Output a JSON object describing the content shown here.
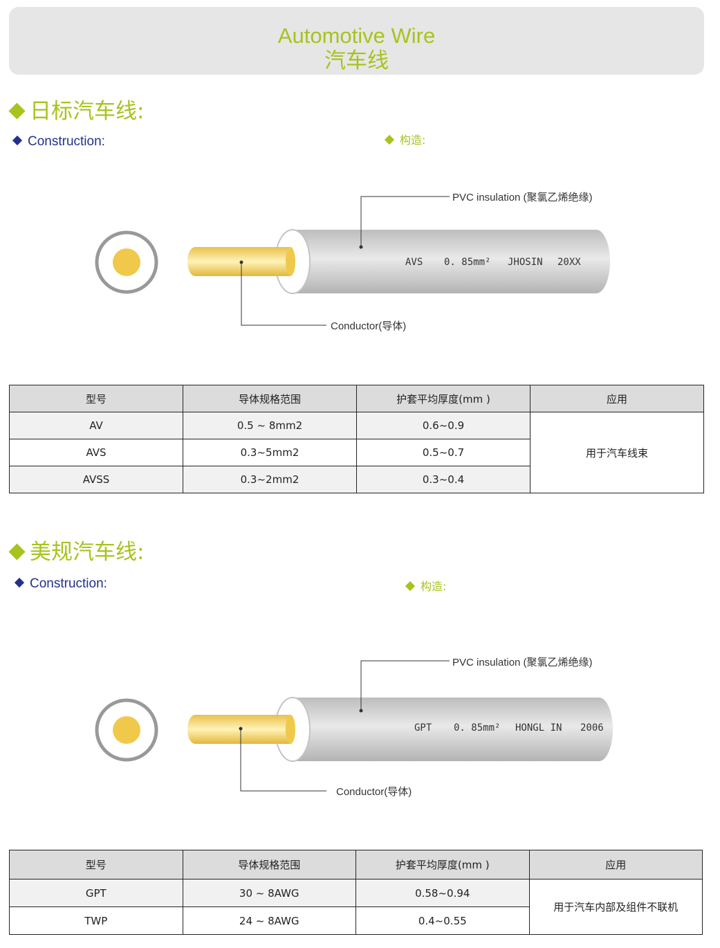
{
  "banner": {
    "title_en": "Automotive Wire",
    "title_zh": "汽车线"
  },
  "section1": {
    "title": "日标汽车线:",
    "construction_en": "Construction:",
    "construction_zh": "构造:",
    "diagram": {
      "insulation_label": "PVC insulation (聚氯乙烯绝缘)",
      "conductor_label": "Conductor(导体)",
      "print": [
        "AVS",
        "0. 85mm²",
        "JHOSIN",
        "20XX"
      ]
    },
    "table": {
      "headers": [
        "型号",
        "导体规格范围",
        "护套平均厚度(mm )",
        "应用"
      ],
      "rows": [
        [
          "AV",
          "0.5 ~ 8mm2",
          "0.6~0.9"
        ],
        [
          "AVS",
          "0.3~5mm2",
          "0.5~0.7"
        ],
        [
          "AVSS",
          "0.3~2mm2",
          "0.3~0.4"
        ]
      ],
      "application": "用于汽车线束"
    }
  },
  "section2": {
    "title": "美规汽车线:",
    "construction_en": "Construction:",
    "construction_zh": "构造:",
    "diagram": {
      "insulation_label": "PVC insulation (聚氯乙烯绝缘)",
      "conductor_label": "Conductor(导体)",
      "print": [
        "GPT",
        "0. 85mm²",
        "HONGL IN",
        "2006"
      ]
    },
    "table": {
      "headers": [
        "型号",
        "导体规格范围",
        "护套平均厚度(mm )",
        "应用"
      ],
      "rows": [
        [
          "GPT",
          "30 ~ 8AWG",
          "0.58~0.94"
        ],
        [
          "TWP",
          "24 ~ 8AWG",
          "0.4~0.55"
        ]
      ],
      "application": "用于汽车内部及组件不联机"
    }
  },
  "colors": {
    "accent": "#a9c21d",
    "navy": "#23308c",
    "conductor": "#f0c94a",
    "insulation": "#c8c8c8"
  }
}
